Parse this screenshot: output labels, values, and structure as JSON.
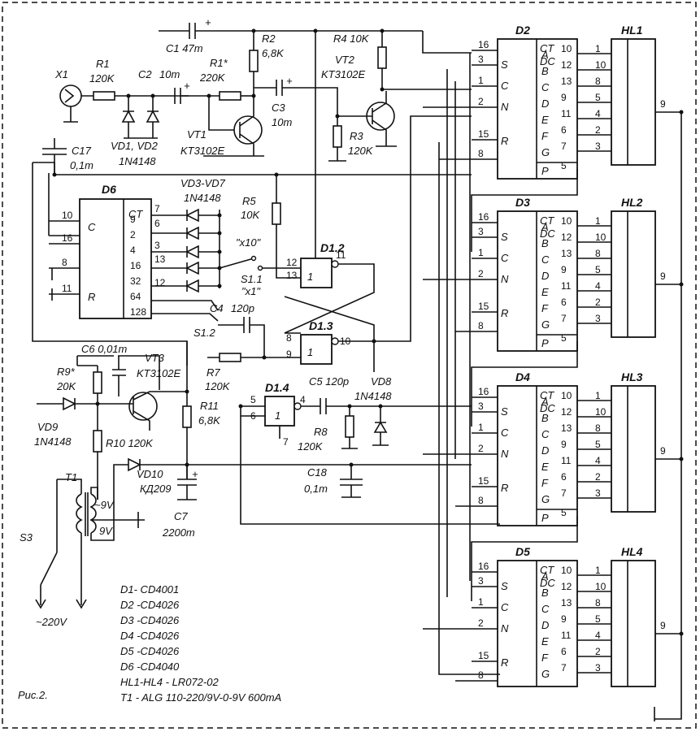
{
  "figure_label": "Рис.2.",
  "chips": {
    "d2": "D2",
    "d3": "D3",
    "d4": "D4",
    "d5": "D5",
    "d6": "D6",
    "d12": "D1.2",
    "d13": "D1.3",
    "d14": "D1.4",
    "ct": "CT",
    "dc": "DC",
    "c": "C",
    "r": "R",
    "one": "1"
  },
  "counter_pins": {
    "inputs": [
      "16",
      "3",
      "1",
      "2",
      "15",
      "8"
    ],
    "input_names": [
      "S",
      "C",
      "N",
      "R"
    ],
    "outputs": [
      "10",
      "12",
      "13",
      "9",
      "11",
      "6",
      "7"
    ],
    "segment_names": [
      "A",
      "B",
      "C",
      "D",
      "E",
      "F",
      "G"
    ],
    "p_name": "P",
    "p_pin": "5"
  },
  "displays": {
    "names": [
      "HL1",
      "HL2",
      "HL3",
      "HL4"
    ],
    "pins": [
      "1",
      "10",
      "8",
      "5",
      "4",
      "2",
      "3"
    ],
    "common_pin": "9"
  },
  "d6_pins": {
    "left": [
      "10",
      "16",
      "8",
      "11"
    ],
    "right": [
      "9",
      "2",
      "4",
      "16",
      "32",
      "64",
      "128"
    ],
    "right_pins": [
      "7",
      "6",
      "3",
      "13",
      "12"
    ]
  },
  "gate_pins": {
    "d12_in": [
      "12",
      "13"
    ],
    "d12_out": "11",
    "d13_in": [
      "8",
      "9"
    ],
    "d13_out": "10",
    "d14_in": [
      "5",
      "6"
    ],
    "d14_out": "4",
    "d14_gnd": "7"
  },
  "components": {
    "x1": "X1",
    "r1": "R1",
    "r1_val": "120K",
    "c2": "C2",
    "c2_val": "10m",
    "c1": "C1 47m",
    "r2": "R2",
    "r2_val": "6,8K",
    "r1s": "R1*",
    "r1s_val": "220K",
    "r4": "R4 10K",
    "vt2": "VT2",
    "vt2_val": "KT3102E",
    "c3": "C3",
    "c3_val": "10m",
    "r3": "R3",
    "r3_val": "120K",
    "vt1": "VT1",
    "vt1_val": "KT3102E",
    "vd12": "VD1, VD2",
    "vd12_val": "1N4148",
    "c17": "C17",
    "c17_val": "0,1m",
    "vd37": "VD3-VD7",
    "vd37_val": "1N4148",
    "r5": "R5",
    "r5_val": "10K",
    "x10": "\"x10\"",
    "x1_range": "\"x1\"",
    "s11": "S1.1",
    "s12": "S1.2",
    "c4": "C4",
    "c4_val": "120p",
    "c6": "C6 0,01m",
    "r9": "R9*",
    "r9_val": "20K",
    "vt3": "VT3",
    "vt3_val": "KT3102E",
    "r7": "R7",
    "r7_val": "120K",
    "c5": "C5 120p",
    "vd8": "VD8",
    "vd8_val": "1N4148",
    "r11": "R11",
    "r11_val": "6,8K",
    "vd9": "VD9",
    "vd9_val": "1N4148",
    "r10": "R10 120K",
    "r8": "R8",
    "r8_val": "120K",
    "t1": "T1",
    "vd10": "VD10",
    "vd10_val": "КД209",
    "c18": "C18",
    "c18_val": "0,1m",
    "v9a": "~9V",
    "v9b": "9V",
    "c7": "C7",
    "c7_val": "2200m",
    "s3": "S3",
    "mains": "~220V",
    "plus": "+"
  },
  "legend": [
    "D1- CD4001",
    "D2 -CD4026",
    "D3 -CD4026",
    "D4 -CD4026",
    "D5 -CD4026",
    "D6 -CD4040",
    "HL1-HL4 - LR072-02",
    "T1 - ALG 110-220/9V-0-9V 600mA"
  ]
}
